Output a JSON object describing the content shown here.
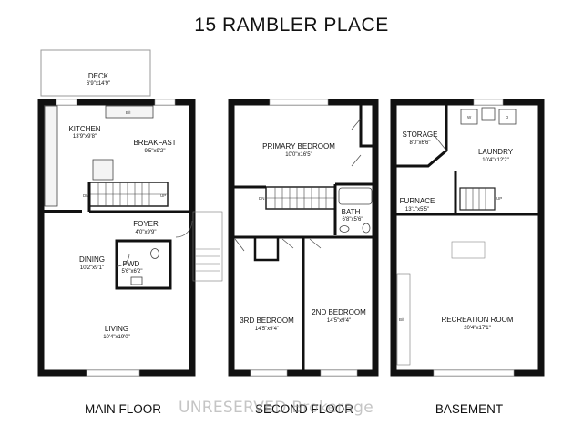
{
  "title": "15 RAMBLER PLACE",
  "floors": {
    "main": "MAIN FLOOR",
    "second": "SECOND FLOOR",
    "basement": "BASEMENT"
  },
  "watermark": "UNRESERVED Brokerage",
  "rooms": {
    "deck": {
      "name": "DECK",
      "dim": "6'9\"x14'9\""
    },
    "kitchen": {
      "name": "KITCHEN",
      "dim": "13'9\"x9'8\""
    },
    "breakfast": {
      "name": "BREAKFAST",
      "dim": "9'5\"x9'2\""
    },
    "foyer": {
      "name": "FOYER",
      "dim": "4'0\"x9'9\""
    },
    "dining": {
      "name": "DINING",
      "dim": "10'2\"x9'1\""
    },
    "pwd": {
      "name": "PWD",
      "dim": "5'6\"x6'2\""
    },
    "living": {
      "name": "LIVING",
      "dim": "10'4\"x19'0\""
    },
    "primary": {
      "name": "PRIMARY BEDROOM",
      "dim": "10'0\"x16'5\""
    },
    "bath": {
      "name": "BATH",
      "dim": "6'8\"x5'6\""
    },
    "third": {
      "name": "3RD BEDROOM",
      "dim": "14'5\"x9'4\""
    },
    "second": {
      "name": "2ND BEDROOM",
      "dim": "14'5\"x9'4\""
    },
    "storage": {
      "name": "STORAGE",
      "dim": "8'0\"x6'6\""
    },
    "laundry": {
      "name": "LAUNDRY",
      "dim": "10'4\"x12'2\""
    },
    "furnace": {
      "name": "FURNACE",
      "dim": "13'1\"x5'5\""
    },
    "recreation": {
      "name": "RECREATION ROOM",
      "dim": "20'4\"x17'1\""
    }
  },
  "fixture_labels": {
    "dn": "DN",
    "up": "UP",
    "bi": "B/I",
    "washer": "W",
    "dryer": "D"
  }
}
